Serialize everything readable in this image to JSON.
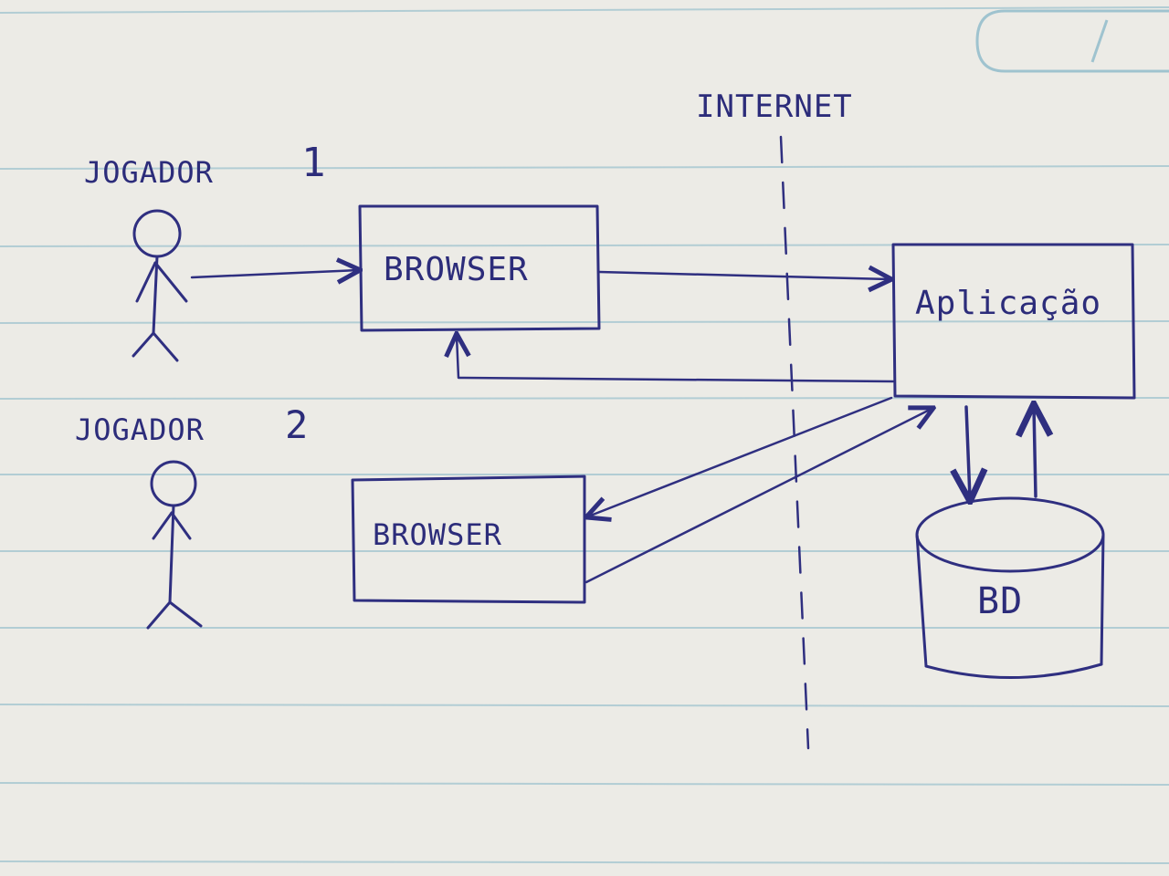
{
  "colors": {
    "ink": "#2f2f80",
    "paper": "#ecebe6",
    "rule_lines": "#9fc3cf"
  },
  "diagram": {
    "internet_label": "INTERNET",
    "player1": {
      "label": "JOGADOR",
      "number": "1"
    },
    "player2": {
      "label": "JOGADOR",
      "number": "2"
    },
    "browser1_label": "BROWSER",
    "browser2_label": "BROWSER",
    "application_label": "Aplicação",
    "database_label": "BD"
  }
}
